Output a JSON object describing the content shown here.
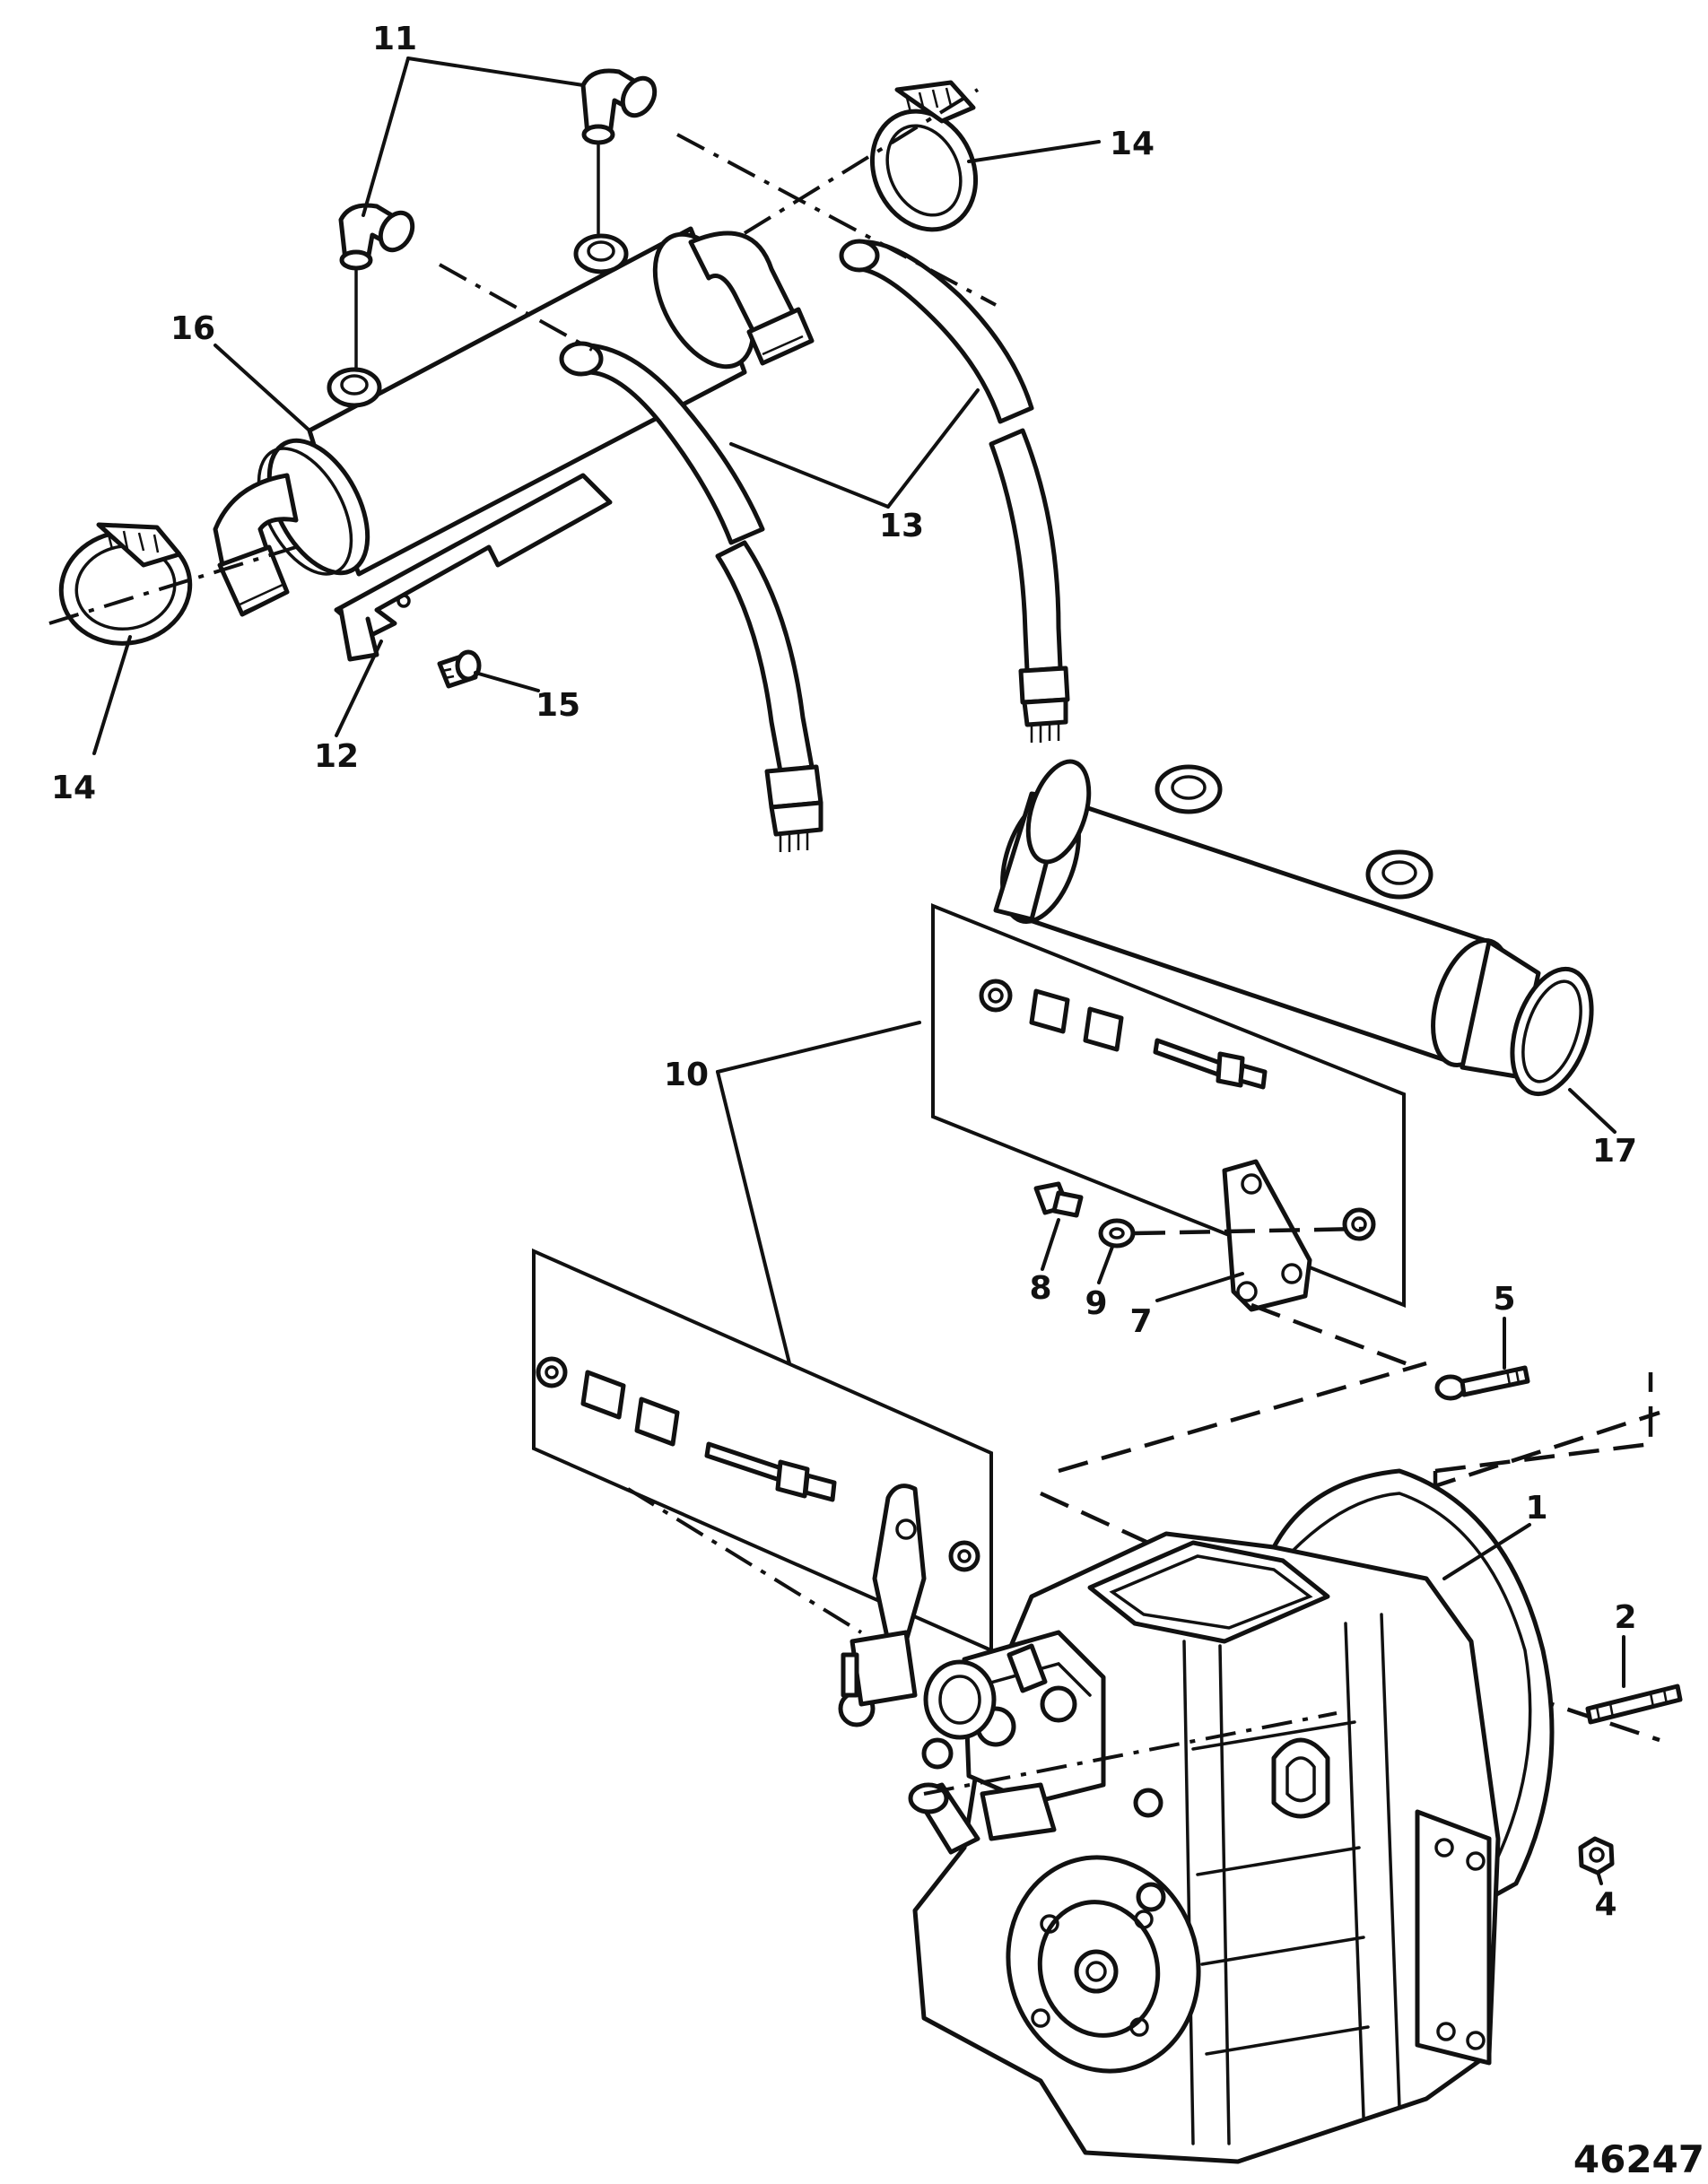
{
  "figure_id": "46247",
  "callouts": {
    "c1": "1",
    "c2": "2",
    "c4": "4",
    "c5": "5",
    "c7": "7",
    "c8": "8",
    "c9": "9",
    "c10": "10",
    "c11": "11",
    "c12": "12",
    "c13": "13",
    "c14a": "14",
    "c14b": "14",
    "c15": "15",
    "c16": "16",
    "c17": "17"
  }
}
